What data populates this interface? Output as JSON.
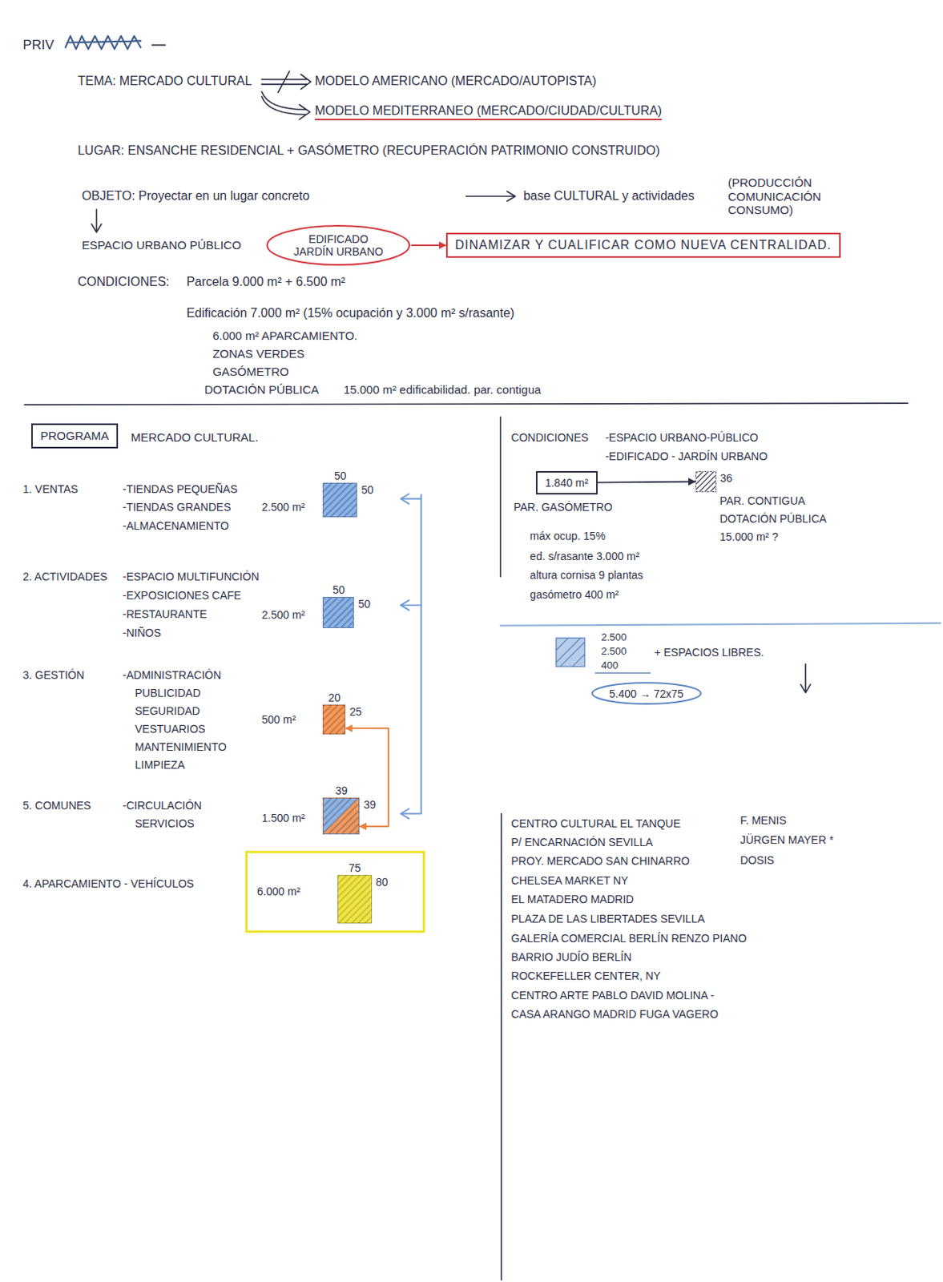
{
  "diagram": {
    "nodes": [
      {
        "text": [
          "EDIFICADO JARDÍN URBANO"
        ]
      },
      {
        "text": [
          "DINAMIZAR Y CUALIFICAR COMO NUEVA CENTRALIDAD."
        ]
      },
      {
        "text": [
          "PROGRAMA"
        ]
      },
      {
        "text": [
          "50",
          "50"
        ]
      },
      {
        "text": [
          "50",
          "50"
        ]
      },
      {
        "text": [
          "20",
          "25"
        ]
      },
      {
        "text": [
          "39",
          "39"
        ]
      },
      {
        "text": [
          "6.000 m²"
        ]
      },
      {
        "text": [
          "75",
          "80"
        ],
        "in": 7
      },
      {
        "text": [
          "1.840 m²"
        ]
      },
      {
        "text": [
          "36"
        ]
      },
      {
        "text": [
          "5.400 → 72x75"
        ]
      }
    ],
    "edges": [
      {
        "from": 0,
        "to": 1,
        "arrow": "to"
      },
      {
        "from": 6,
        "to": 5,
        "arrow": "both"
      },
      {
        "from": 9,
        "to": 10,
        "arrow": "to"
      }
    ],
    "labels": [
      "PRIV",
      "TEMA: MERCADO CULTURAL",
      "MODELO AMERICANO (MERCADO/AUTOPISTA)",
      "MODELO MEDITERRANEO (MERCADO/CIUDAD/CULTURA)",
      "LUGAR: ENSANCHE RESIDENCIAL + GASÓMETRO (RECUPERACIÓN PATRIMONIO CONSTRUIDO)",
      "OBJETO: Proyectar en un lugar concreto",
      "base CULTURAL y actividades",
      "(PRODUCCIÓN COMUNICACIÓN CONSUMO)",
      "ESPACIO URBANO PÚBLICO",
      "CONDICIONES:",
      "Parcela 9.000 m² + 6.500 m²",
      "Edificación 7.000 m² (15% ocupación y 3.000 m² s/rasante)",
      "6.000 m² APARCAMIENTO.",
      "ZONAS VERDES",
      "GASÓMETRO",
      "DOTACIÓN PÚBLICA",
      "15.000 m² edificabilidad. par. contigua",
      "MERCADO CULTURAL.",
      "1. VENTAS",
      "-TIENDAS PEQUEÑAS",
      "-TIENDAS GRANDES",
      "-ALMACENAMIENTO",
      "2.500 m²",
      "2. ACTIVIDADES",
      "-ESPACIO MULTIFUNCIÓN",
      "-EXPOSICIONES CAFE",
      "-RESTAURANTE",
      "-NIÑOS",
      "2.500 m²",
      "3. GESTIÓN",
      "-ADMINISTRACIÓN",
      "PUBLICIDAD",
      "SEGURIDAD",
      "VESTUARIOS",
      "MANTENIMIENTO",
      "LIMPIEZA",
      "500 m²",
      "5. COMUNES",
      "-CIRCULACIÓN",
      "SERVICIOS",
      "1.500 m²",
      "4. APARCAMIENTO - VEHÍCULOS",
      "CONDICIONES",
      "-ESPACIO URBANO-PÚBLICO",
      "-EDIFICADO - JARDÍN URBANO",
      "PAR. CONTIGUA",
      "DOTACIÓN PÚBLICA",
      "15.000 m² ?",
      "PAR. GASÓMETRO",
      "máx ocup. 15%",
      "ed. s/rasante 3.000 m²",
      "altura cornisa 9 plantas",
      "gasómetro 400 m²",
      "2.500",
      "2.500",
      "400",
      "+ ESPACIOS LIBRES.",
      "CENTRO CULTURAL EL TANQUE",
      "F. MENIS",
      "P/ ENCARNACIÓN SEVILLA",
      "JÜRGEN MAYER *",
      "PROY. MERCADO SAN CHINARRO",
      "DOSIS",
      "CHELSEA MARKET NY",
      "EL MATADERO MADRID",
      "PLAZA DE LAS LIBERTADES SEVILLA",
      "GALERÍA COMERCIAL BERLÍN RENZO PIANO",
      "BARRIO JUDÍO BERLÍN",
      "ROCKEFELLER CENTER, NY",
      "CENTRO ARTE PABLO DAVID MOLINA -",
      "CASA ARANGO MADRID FUGA VAGERO"
    ]
  }
}
